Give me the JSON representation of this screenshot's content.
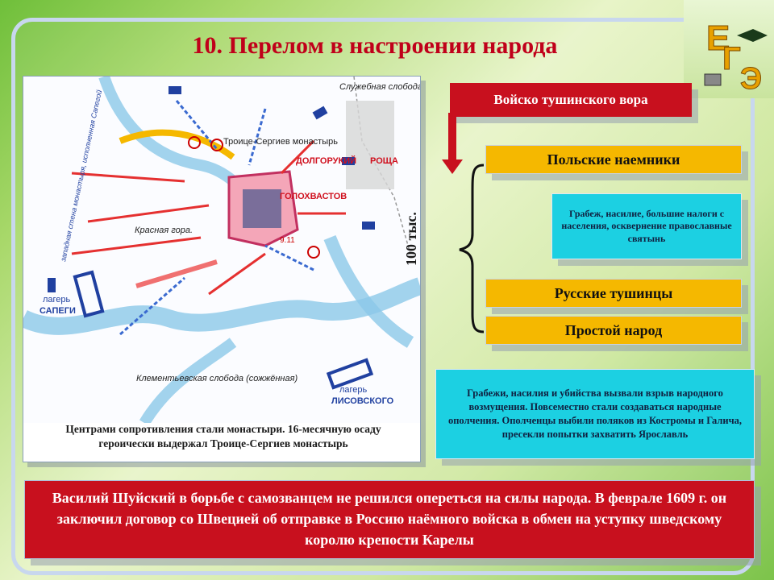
{
  "title": "10. Перелом в настроении народа",
  "logo": {
    "letters": "ЕГЭ"
  },
  "map": {
    "labels": {
      "sluzhebnaya": "Служебная слобода (сожжённая)",
      "troitse": "Троице-Сергиев монастырь",
      "dolgoruky": "ДОЛГОРУКИЙ",
      "roshcha": "РОЩА",
      "golokhvastov": "ГОЛОХВАСТОВ",
      "krasnaya_gora": "Красная гора.",
      "lager_sapegi_1": "лагерь",
      "lager_sapegi_2": "САПЕГИ",
      "klementyevskaya": "Клементьевская слобода (сожжённая)",
      "lager_lisovskogo_1": "лагерь",
      "lager_lisovskogo_2": "ЛИСОВСКОГО",
      "west_wall": "западная стена монастыря, исполненная Сапегой",
      "date": "9.11"
    },
    "caption": "Центрами сопротивления стали монастыри. 16-месячную осаду героически выдержал Троице-Сергиев монастырь"
  },
  "army": {
    "header": "Войско тушинского вора",
    "size": "100 тыс.",
    "polish": "Польские наемники",
    "polish_desc": "Грабеж, насилие, большие налоги с населения, осквернение православные святынь",
    "russian": "Русские тушинцы",
    "people": "Простой народ"
  },
  "note": "Грабежи, насилия и убийства вызвали взрыв народного возмущения. Повсеместно стали создаваться народные ополчения. Ополченцы выбили поляков из Костромы и Галича, пресекли попытки захватить Ярославль",
  "bottom": "Василий Шуйский в борьбе с самозванцем не решился опереться на силы народа. В феврале 1609 г. он заключил договор со Швецией об отправке в Россию наёмного войска в обмен на уступку шведскому королю крепости Карелы",
  "colors": {
    "red": "#c8101e",
    "orange": "#f5b800",
    "cyan": "#1cd0e2",
    "title": "#c0001a"
  }
}
